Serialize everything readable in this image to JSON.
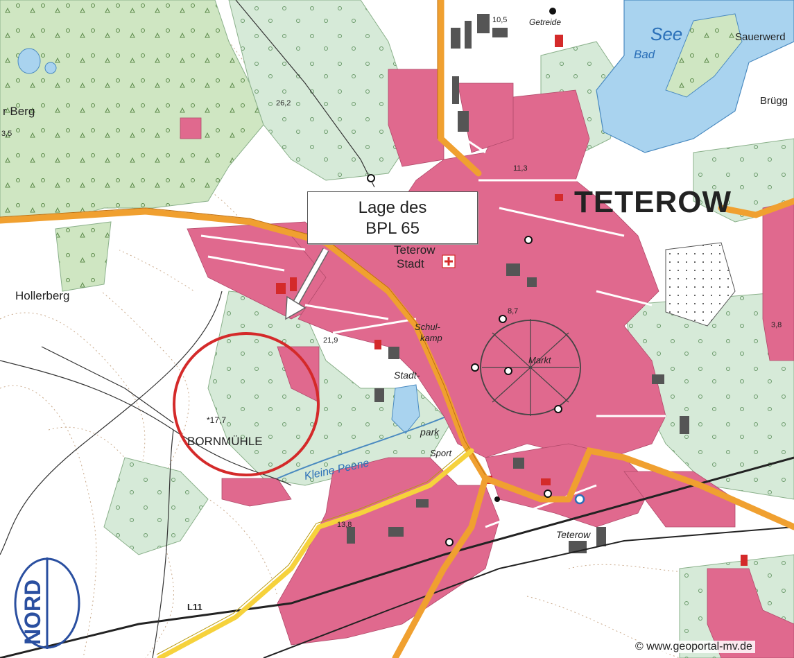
{
  "map": {
    "callout": {
      "line1": "Lage des",
      "line2": "BPL 65"
    },
    "labels": {
      "town": "TETEROW",
      "teterow_stadt_1": "Teterow",
      "teterow_stadt_2": "Stadt",
      "station": "Teterow",
      "bornmuehle": "BORNMÜHLE",
      "height_bornmuehle": "*17,7",
      "hollerberg": "Hollerberg",
      "berg": "r Berg",
      "see": "See",
      "bad": "Bad",
      "sauerwerder": "Sauerwerd",
      "bruegg": "Brügg",
      "getreide": "Getreide",
      "schulkamp_1": "Schul-",
      "schulkamp_2": "kamp",
      "stadtpark_1": "Stadt-",
      "stadtpark_2": "park",
      "sport": "Sport",
      "markt": "Markt",
      "kleine_peene": "Kleine Peene",
      "road_l11": "L11",
      "height_26_2": "26,2",
      "height_21_9": "21,9",
      "height_13_8": "13,8",
      "height_10_5": "10,5",
      "height_11_3": "11,3",
      "height_8_7": "8,7",
      "height_3_8": "3,8",
      "height_3_5": "3,5",
      "north_arrow": "NORD"
    },
    "copyright": "© www.geoportal-mv.de",
    "colors": {
      "settlement": "#e0698e",
      "forest": "#d6ead8",
      "forest_dark": "#b9d9a8",
      "water": "#a9d3ef",
      "road_main": "#f0a030",
      "road_secondary": "#f6d23c",
      "marker_circle": "#d42a2a",
      "building": "#555555"
    }
  }
}
